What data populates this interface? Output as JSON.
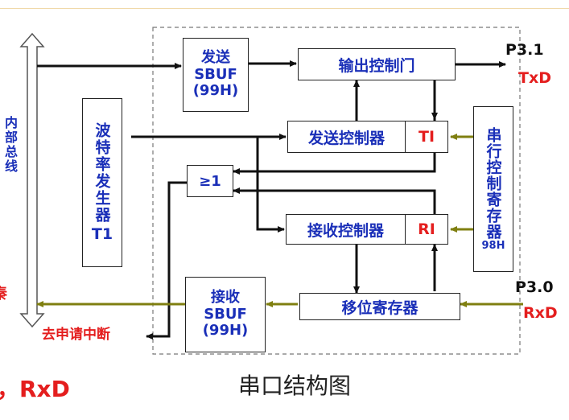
{
  "diagram": {
    "title": "串口结构图",
    "bus_label": "内部总线",
    "send_sbuf": {
      "line1": "发送",
      "line2": "SBUF",
      "line3": "(99H)"
    },
    "recv_sbuf": {
      "line1": "接收",
      "line2": "SBUF",
      "line3": "(99H)"
    },
    "output_gate": "输出控制门",
    "send_ctrl": "发送控制器",
    "recv_ctrl": "接收控制器",
    "shift_reg": "移位寄存器",
    "or_gate": "≥1",
    "ti": "TI",
    "ri": "RI",
    "baud_gen": {
      "chars": "波特率发生器",
      "sub": "T1"
    },
    "scon": {
      "chars": "串行控制寄存器",
      "sub": "98H"
    },
    "p31": "P3.1",
    "txd": "TxD",
    "p30": "P3.0",
    "rxd": "RxD",
    "interrupt": "去申请中断",
    "left_cut_char": "秦",
    "bottom_left_text": "，RxD",
    "colors": {
      "blue": "#1a2fb8",
      "red": "#e41e1e",
      "olive": "#7f7f10",
      "black": "#111111"
    }
  }
}
